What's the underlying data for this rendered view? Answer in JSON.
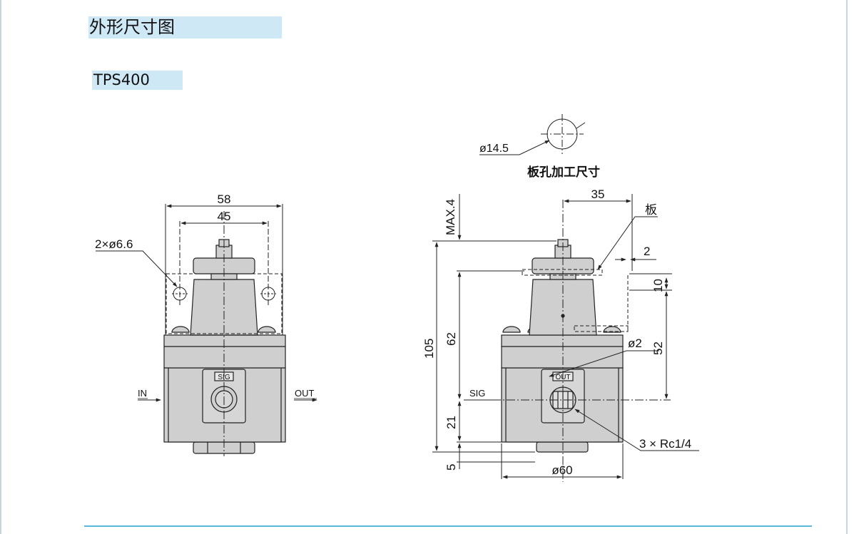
{
  "page": {
    "section_title": "外形尺寸图",
    "model": "TPS400"
  },
  "colors": {
    "title_highlight": "#cfe8f6",
    "part_fill": "#cfcfcf",
    "outline": "#222222",
    "footer_rule": "#5ab8dc"
  },
  "front_view": {
    "dim_overall_width": "58",
    "dim_mount_spacing": "45",
    "mount_holes": "2×ø6.6",
    "port_in": "IN",
    "port_out": "OUT",
    "sig_label": "SIG"
  },
  "side_view": {
    "panel_hole_diameter": "ø14.5",
    "panel_hole_caption": "板孔加工尺寸",
    "dim_top_offset": "35",
    "panel_label": "板",
    "dim_top_clearance": "MAX.4",
    "dim_panel_thickness": "2",
    "dim_panel_gap": "10",
    "dim_total_height": "105",
    "dim_upper_height": "62",
    "dim_port_height": "52",
    "dim_lower_height": "21",
    "dim_nut_height": "5",
    "gauge_port": "ø2",
    "out_label": "OUT",
    "sig_label": "SIG",
    "ports": "3 × Rc1/4",
    "body_diameter": "ø60"
  }
}
